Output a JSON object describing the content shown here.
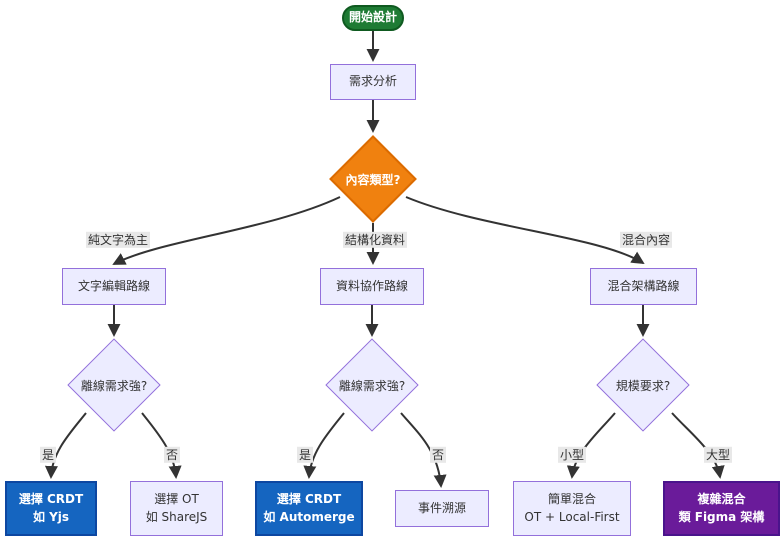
{
  "diagram": {
    "type": "flowchart",
    "nodes": {
      "start": {
        "label": "開始設計",
        "shape": "stadium"
      },
      "analysis": {
        "label": "需求分析",
        "shape": "rect"
      },
      "content_type": {
        "label": "內容類型?",
        "shape": "diamond"
      },
      "text_route": {
        "label": "文字編輯路線",
        "shape": "rect"
      },
      "data_route": {
        "label": "資料協作路線",
        "shape": "rect"
      },
      "hybrid_route": {
        "label": "混合架構路線",
        "shape": "rect"
      },
      "text_offline": {
        "label": "離線需求強?",
        "shape": "diamond"
      },
      "data_offline": {
        "label": "離線需求強?",
        "shape": "diamond"
      },
      "scale": {
        "label": "規模要求?",
        "shape": "diamond"
      },
      "crdt_yjs": {
        "line1": "選擇 CRDT",
        "line2": "如 Yjs",
        "shape": "rect"
      },
      "ot_sharejs": {
        "line1": "選擇 OT",
        "line2": "如 ShareJS",
        "shape": "rect"
      },
      "crdt_automerge": {
        "line1": "選擇 CRDT",
        "line2": "如 Automerge",
        "shape": "rect"
      },
      "event_sourcing": {
        "label": "事件溯源",
        "shape": "rect"
      },
      "simple_hybrid": {
        "line1": "簡單混合",
        "line2": "OT + Local-First",
        "shape": "rect"
      },
      "complex_hybrid": {
        "line1": "複雜混合",
        "line2": "類 Figma 架構",
        "shape": "rect"
      }
    },
    "edge_labels": {
      "plain_text": "純文字為主",
      "structured": "結構化資料",
      "mixed": "混合內容",
      "yes1": "是",
      "no1": "否",
      "yes2": "是",
      "no2": "否",
      "small": "小型",
      "large": "大型"
    },
    "colors": {
      "start_fill": "#1E7B34",
      "start_stroke": "#0F5A20",
      "decision_fill": "#F0810F",
      "decision_stroke": "#DB6B00",
      "node_fill": "#ECECFF",
      "node_stroke": "#9370DB",
      "crdt_fill": "#1565C0",
      "crdt_stroke": "#0D47A1",
      "complex_fill": "#6A1B9A",
      "complex_stroke": "#4A148C",
      "edge_color": "#333333",
      "edge_label_bg": "#E8E8E8"
    }
  }
}
